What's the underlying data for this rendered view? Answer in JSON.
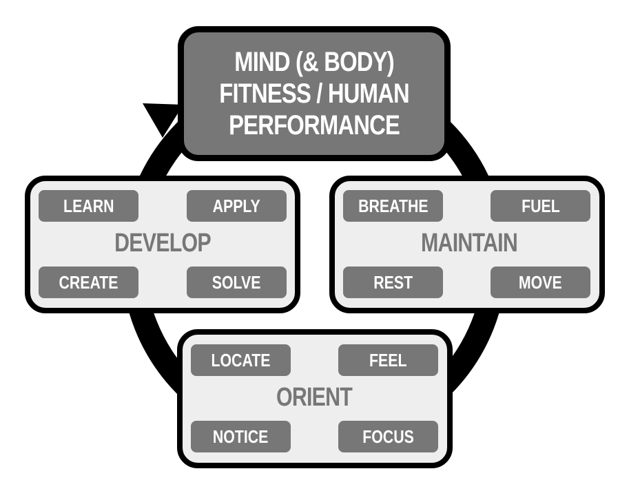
{
  "title": {
    "lines": [
      "MIND (& BODY)",
      "FITNESS / HUMAN",
      "PERFORMANCE"
    ]
  },
  "panels": {
    "develop": {
      "label": "DEVELOP",
      "steps": {
        "top_left": "LEARN",
        "top_right": "APPLY",
        "bottom_right": "SOLVE",
        "bottom_left": "CREATE"
      }
    },
    "maintain": {
      "label": "MAINTAIN",
      "steps": {
        "top_left": "BREATHE",
        "top_right": "FUEL",
        "bottom_right": "MOVE",
        "bottom_left": "REST"
      }
    },
    "orient": {
      "label": "ORIENT",
      "steps": {
        "top_left": "LOCATE",
        "top_right": "FEEL",
        "bottom_right": "FOCUS",
        "bottom_left": "NOTICE"
      }
    }
  },
  "colors": {
    "box_fill": "#777777",
    "panel_fill": "#eeeeee",
    "outline": "#000000",
    "text": "#ffffff"
  }
}
